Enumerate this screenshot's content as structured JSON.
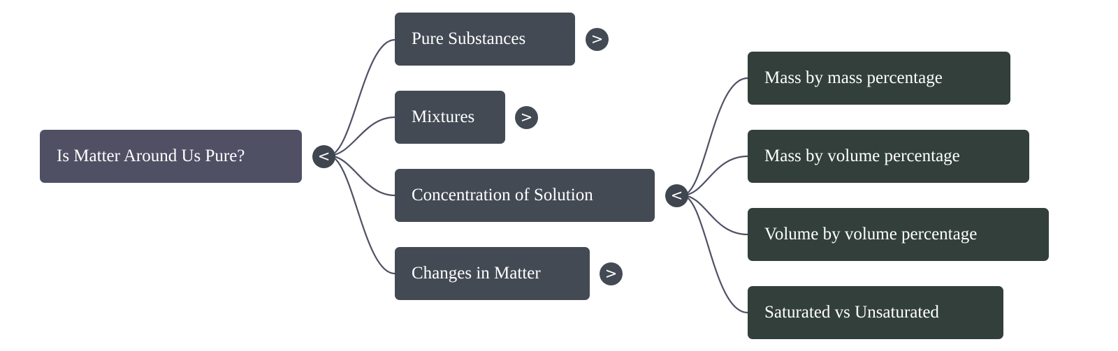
{
  "mindmap": {
    "root": {
      "label": "Is Matter Around Us Pure?",
      "toggle": "<",
      "color": "#4f5064"
    },
    "branches": [
      {
        "label": "Pure Substances",
        "toggle": ">",
        "expanded": false
      },
      {
        "label": "Mixtures",
        "toggle": ">",
        "expanded": false
      },
      {
        "label": "Concentration of Solution",
        "toggle": "<",
        "expanded": true,
        "children": [
          {
            "label": "Mass by mass percentage"
          },
          {
            "label": "Mass by volume percentage"
          },
          {
            "label": "Volume by volume percentage"
          },
          {
            "label": "Saturated vs Unsaturated"
          }
        ]
      },
      {
        "label": "Changes in Matter",
        "toggle": ">",
        "expanded": false
      }
    ],
    "colors": {
      "branch_node": "#434a54",
      "leaf_node": "#323f3a",
      "connector": "#4f5064",
      "text": "#ffffff"
    }
  }
}
